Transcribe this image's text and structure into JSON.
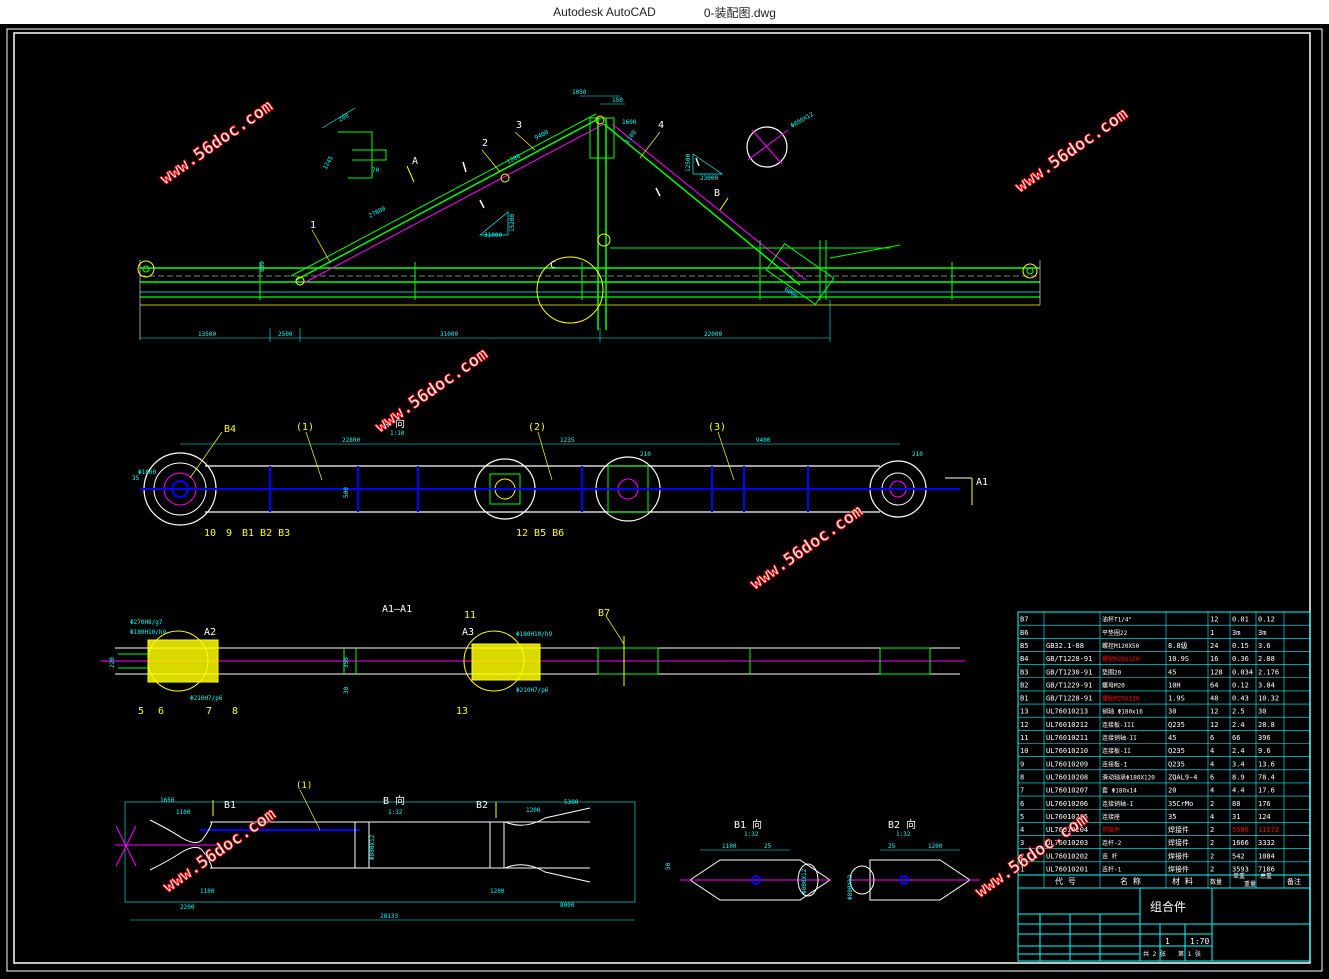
{
  "window": {
    "app_title": "Autodesk AutoCAD",
    "file_title": "0-装配图.dwg"
  },
  "watermark": "www.56doc.com",
  "main_view": {
    "part_labels": [
      "1",
      "2",
      "3",
      "4"
    ],
    "view_labels": {
      "a": "A",
      "b": "B",
      "c": "C"
    },
    "dims": {
      "top_1050": "1050",
      "top_150": "150",
      "top_1600": "1600",
      "top_1100": "1100",
      "diag_27800": "27800",
      "diag_9400": "9400",
      "diag_1200": "1200",
      "slope_31000": "31000",
      "slope_15200": "15200",
      "slope_23000": "23000",
      "slope_12500": "12500",
      "det_200": "200",
      "det_70": "70",
      "det_1245": "1245",
      "circ": "Φ800X12",
      "bot_13500": "13500",
      "bot_2500": "2500",
      "bot_31000": "31000",
      "bot_22000": "22000",
      "sec_6000": "6000",
      "small_800": "800"
    }
  },
  "view_a": {
    "title": "A 向",
    "scale": "1:10",
    "arrow": "A1",
    "paren_labels": [
      "(1)",
      "(2)",
      "(3)"
    ],
    "dims": {
      "d1": "22800",
      "d2": "1235",
      "d3": "9400",
      "d210a": "210",
      "d210b": "210",
      "w500": "500",
      "p1800": "Φ1800",
      "p35": "35"
    },
    "callouts": {
      "b4": "B4",
      "c9": "9",
      "c10": "10",
      "c1bs": "B1  B2  B3",
      "c12": "12  B5  B6"
    }
  },
  "view_a1": {
    "title": "A1—A1",
    "labels": {
      "a2": "A2",
      "a3": "A3",
      "n11": "11",
      "b7": "B7",
      "n5": "5",
      "n6": "6",
      "n7": "7",
      "n8": "8",
      "n13": "13"
    },
    "dims": {
      "fit1": "Φ270H8/g7",
      "fit2": "Φ180H10/h9",
      "fit3": "Φ210H7/p6",
      "fit4": "Φ180H10/h9",
      "fit5": "Φ210H7/p6",
      "l30": "30",
      "l350": "350",
      "l220": "220"
    }
  },
  "view_b": {
    "title": "B 向",
    "scale": "1:32",
    "labels": {
      "b1": "B1",
      "b2": "B2"
    },
    "dims": {
      "d1650": "1650",
      "d1100a": "1100",
      "d1100b": "1100",
      "d2200": "2200",
      "d28133": "28133",
      "d1200a": "1200",
      "d5300": "5300",
      "d1200b": "1200",
      "d8000": "8000",
      "dia": "Φ800X12",
      "ann": "(1)"
    }
  },
  "view_b1": {
    "title": "B1 向",
    "scale": "1:32",
    "dims": {
      "a": "1100",
      "b": "25",
      "c": "50",
      "d": "Φ800X12"
    }
  },
  "view_b2": {
    "title": "B2 向",
    "scale": "1:32",
    "dims": {
      "a": "25",
      "b": "1200",
      "c": "Φ800X12"
    }
  },
  "bom": {
    "rows": [
      {
        "id": "B7",
        "code": "",
        "name": "油杯T1/4\"",
        "mat": "",
        "qty": "12",
        "unit": "0.01",
        "total": "0.12",
        "note": "",
        "red": false
      },
      {
        "id": "B6",
        "code": "",
        "name": "平垫圈22",
        "mat": "",
        "qty": "1",
        "unit": "3m",
        "total": "3m",
        "note": "",
        "red": false
      },
      {
        "id": "B5",
        "code": "GB32.1-88",
        "name": "螺栓M120X50",
        "mat": "8.8级",
        "qty": "24",
        "unit": "0.15",
        "total": "3.6",
        "note": "",
        "red": false
      },
      {
        "id": "B4",
        "code": "GB/T1228-91",
        "name": "螺栓M20X120",
        "mat": "10.9S",
        "qty": "16",
        "unit": "0.36",
        "total": "2.88",
        "note": "",
        "red": false
      },
      {
        "id": "B3",
        "code": "GB/T1230-91",
        "name": "垫圈20",
        "mat": "45",
        "qty": "128",
        "unit": "0.034",
        "total": "2.176",
        "note": "",
        "red": false
      },
      {
        "id": "B2",
        "code": "GB/T1229-91",
        "name": "螺母M20",
        "mat": "10H",
        "qty": "64",
        "unit": "0.12",
        "total": "3.84",
        "note": "",
        "red": false
      },
      {
        "id": "B1",
        "code": "GB/T1228-91",
        "name": "螺栓M20X130",
        "mat": "1.9S",
        "qty": "48",
        "unit": "0.43",
        "total": "10.32",
        "note": "",
        "red": false
      },
      {
        "id": "13",
        "code": "UL76010213",
        "name": "销轴 Φ180x16",
        "mat": "30",
        "qty": "12",
        "unit": "2.5",
        "total": "30",
        "note": "",
        "red": false
      },
      {
        "id": "12",
        "code": "UL76010212",
        "name": "连接板-III",
        "mat": "Q235",
        "qty": "12",
        "unit": "2.4",
        "total": "28.8",
        "note": "",
        "red": false
      },
      {
        "id": "11",
        "code": "UL76010211",
        "name": "连接销轴-II",
        "mat": "45",
        "qty": "6",
        "unit": "66",
        "total": "396",
        "note": "",
        "red": false
      },
      {
        "id": "10",
        "code": "UL76010210",
        "name": "连接板-II",
        "mat": "Q235",
        "qty": "4",
        "unit": "2.4",
        "total": "9.6",
        "note": "",
        "red": false
      },
      {
        "id": "9",
        "code": "UL76010209",
        "name": "连接板-I",
        "mat": "Q235",
        "qty": "4",
        "unit": "3.4",
        "total": "13.6",
        "note": "",
        "red": false
      },
      {
        "id": "8",
        "code": "UL76010208",
        "name": "滑动轴承Φ180X120",
        "mat": "ZQAL9-4",
        "qty": "6",
        "unit": "8.9",
        "total": "78.4",
        "note": "",
        "red": false
      },
      {
        "id": "7",
        "code": "UL76010207",
        "name": "套 Φ180x14",
        "mat": "20",
        "qty": "4",
        "unit": "4.4",
        "total": "17.6",
        "note": "",
        "red": false
      },
      {
        "id": "6",
        "code": "UL76010206",
        "name": "连接销轴-I",
        "mat": "35CrMo",
        "qty": "2",
        "unit": "88",
        "total": "176",
        "note": "",
        "red": false
      },
      {
        "id": "5",
        "code": "UL76010205",
        "name": "连接座",
        "mat": "35",
        "qty": "4",
        "unit": "31",
        "total": "124",
        "note": "",
        "red": false
      },
      {
        "id": "4",
        "code": "UL76010204",
        "name": "焊接件",
        "mat": "焊接件",
        "qty": "2",
        "unit": "5586",
        "total": "11172",
        "note": "",
        "red": true
      },
      {
        "id": "3",
        "code": "UL76010203",
        "name": "连杆-2",
        "mat": "焊接件",
        "qty": "2",
        "unit": "1666",
        "total": "3332",
        "note": "",
        "red": false
      },
      {
        "id": "2",
        "code": "UL76010202",
        "name": "连 杆",
        "mat": "焊接件",
        "qty": "2",
        "unit": "542",
        "total": "1084",
        "note": "",
        "red": false
      },
      {
        "id": "1",
        "code": "UL76010201",
        "name": "连杆-1",
        "mat": "焊接件",
        "qty": "2",
        "unit": "3593",
        "total": "7186",
        "note": "",
        "red": false
      }
    ],
    "header": {
      "code": "代  号",
      "name": "名  称",
      "mat": "材  料",
      "qty": "数量",
      "unit": "单重",
      "total": "总重",
      "weight": "重量",
      "note": "备注"
    },
    "title_block": {
      "name": "组合件",
      "scale": "1:70",
      "sheet_no": "1",
      "sheets": "共 2 张",
      "sheet": "第 1 张"
    }
  },
  "colors": {
    "frame": "#ffffff",
    "green": "#00ff00",
    "cyan": "#00ffff",
    "magenta": "#ff00ff",
    "yellow": "#ffff00",
    "red": "#ff0000",
    "blue": "#0000ff"
  }
}
